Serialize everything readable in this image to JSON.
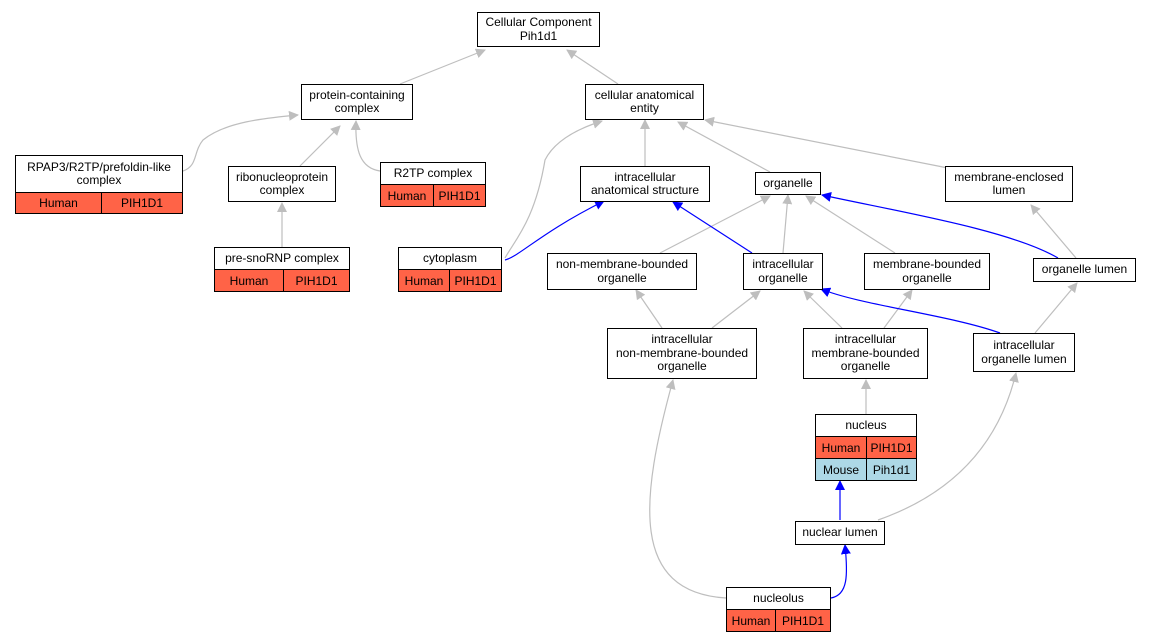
{
  "colors": {
    "edge_gray": "#bebebe",
    "edge_blue": "#0000ff",
    "human_fill": "#ff6347",
    "mouse_fill": "#add8e6"
  },
  "nodes": {
    "root": "Cellular Component\nPih1d1",
    "protein_containing_complex": "protein-containing\ncomplex",
    "cellular_anatomical_entity": "cellular anatomical\nentity",
    "rpap3_complex": "RPAP3/R2TP/prefoldin-like\ncomplex",
    "ribonucleoprotein_complex": "ribonucleoprotein\ncomplex",
    "r2tp_complex": "R2TP complex",
    "intracellular_anatomical_structure": "intracellular\nanatomical structure",
    "organelle": "organelle",
    "membrane_enclosed_lumen": "membrane-enclosed\nlumen",
    "pre_snornp_complex": "pre-snoRNP complex",
    "cytoplasm": "cytoplasm",
    "non_membrane_bounded_organelle": "non-membrane-bounded\norganelle",
    "intracellular_organelle": "intracellular\norganelle",
    "membrane_bounded_organelle": "membrane-bounded\norganelle",
    "organelle_lumen": "organelle lumen",
    "intracellular_non_membrane_bounded_organelle": "intracellular\nnon-membrane-bounded\norganelle",
    "intracellular_membrane_bounded_organelle": "intracellular\nmembrane-bounded\norganelle",
    "intracellular_organelle_lumen": "intracellular\norganelle lumen",
    "nucleus": "nucleus",
    "nuclear_lumen": "nuclear lumen",
    "nucleolus": "nucleolus"
  },
  "annotations": {
    "rpap3_complex": [
      {
        "species": "Human",
        "gene": "PIH1D1"
      }
    ],
    "r2tp_complex": [
      {
        "species": "Human",
        "gene": "PIH1D1"
      }
    ],
    "pre_snornp_complex": [
      {
        "species": "Human",
        "gene": "PIH1D1"
      }
    ],
    "cytoplasm": [
      {
        "species": "Human",
        "gene": "PIH1D1"
      }
    ],
    "nucleus": [
      {
        "species": "Human",
        "gene": "PIH1D1"
      },
      {
        "species": "Mouse",
        "gene": "Pih1d1"
      }
    ],
    "nucleolus": [
      {
        "species": "Human",
        "gene": "PIH1D1"
      }
    ]
  }
}
